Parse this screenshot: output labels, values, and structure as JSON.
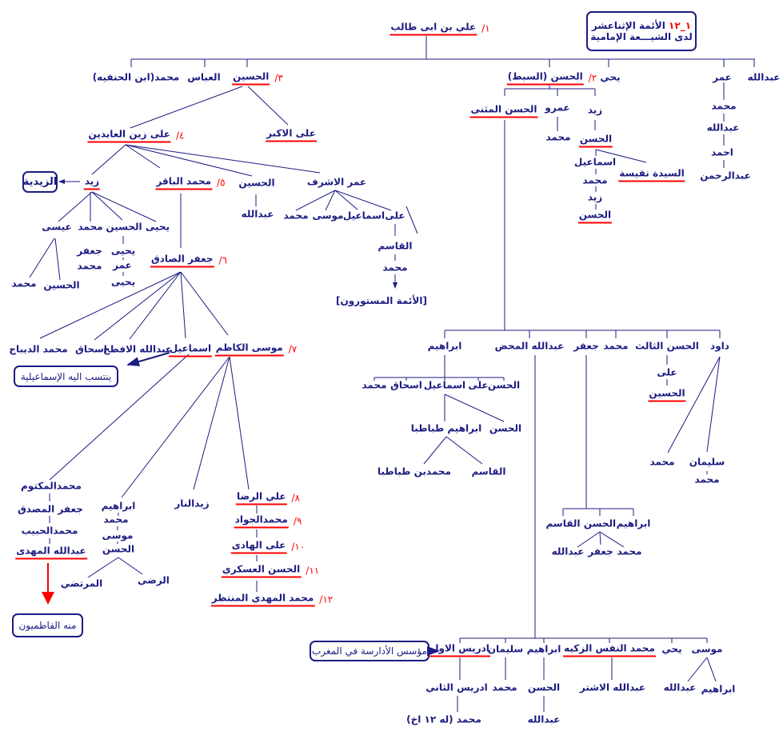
{
  "colors": {
    "text": "#1c1c82",
    "accent": "#ff0000"
  },
  "title_box": {
    "number": "١_١٢",
    "line1": "الأئمة الإثناعشر",
    "line2": "لدى الشيـــعة الإمامية"
  },
  "callouts": {
    "zaydiyya": "الزيدية",
    "ismailiyya": "ينتسب اليه الإسماعيلية",
    "fatimids": "منه الفاطميون",
    "mastorun": "[الأئمة المستورون]",
    "idrisids": "مؤسس الأدارسة في المغرب"
  },
  "nodes": {
    "ali": {
      "label": "علي بن ابى طالب",
      "number": "/١",
      "underlined": true
    },
    "abdallah_top": {
      "label": "عبدالله"
    },
    "umar_top": {
      "label": "عمر"
    },
    "yahya_top": {
      "label": "يحي"
    },
    "hasan": {
      "label": "الحسن (السبط)",
      "number": "/٢",
      "underlined": true
    },
    "husayn": {
      "label": "الحسين",
      "number": "/٣",
      "underlined": true
    },
    "abbas": {
      "label": "العباس"
    },
    "ibn_hanafiya": {
      "label": "محمد(ابن الحنفيه)"
    },
    "umar_muhammad": {
      "label": "محمد"
    },
    "umar_abdallah": {
      "label": "عبدالله"
    },
    "umar_ahmad": {
      "label": "احمد"
    },
    "umar_abdulrahman": {
      "label": "عبدالرحمن"
    },
    "hasan_muthanna": {
      "label": "الحسن المثنى",
      "underlined": true
    },
    "amr": {
      "label": "عمرو"
    },
    "amr_muhammad": {
      "label": "محمد"
    },
    "zayd_h": {
      "label": "زيد"
    },
    "zayd_hasan": {
      "label": "الحسن",
      "underlined": true
    },
    "zayd_ismail": {
      "label": "اسماعيل"
    },
    "zayd_muhammad": {
      "label": "محمد"
    },
    "zayd_zayd": {
      "label": "زيد"
    },
    "zayd_hasan2": {
      "label": "الحسن",
      "underlined": true
    },
    "nafisa": {
      "label": "السيدة نفيسة",
      "underlined": true
    },
    "zayn": {
      "label": "على زين العابدين",
      "number": "/٤",
      "underlined": true
    },
    "ali_akbar": {
      "label": "على الاكبر",
      "underlined": true
    },
    "zayd": {
      "label": "زيد",
      "underlined": true
    },
    "baqir": {
      "label": "محمد الباقر",
      "number": "/٥",
      "underlined": true
    },
    "zayn_husayn": {
      "label": "الحسين"
    },
    "umar_ashraf": {
      "label": "عمر الاشرف"
    },
    "zayd_isa": {
      "label": "عيسى"
    },
    "zayd_muhammad2": {
      "label": "محمد"
    },
    "zayd_husayn": {
      "label": "الحسين"
    },
    "zayd_yahya": {
      "label": "يحيى"
    },
    "zh_yahya": {
      "label": "يحيى"
    },
    "zh_umar": {
      "label": "عمر"
    },
    "zh_yahya2": {
      "label": "يحيى"
    },
    "zm_jafar": {
      "label": "جعفر"
    },
    "zm_muhammad": {
      "label": "محمد"
    },
    "isa_muhammad": {
      "label": "محمد"
    },
    "isa_husayn": {
      "label": "الحسين"
    },
    "husayn_abdallah": {
      "label": "عبدالله"
    },
    "ashraf_muhammad": {
      "label": "محمد"
    },
    "ashraf_musa": {
      "label": "موسى"
    },
    "ashraf_ismail": {
      "label": "اسماعيل"
    },
    "ashraf_ali": {
      "label": "على"
    },
    "ali_qasim": {
      "label": "القاسم"
    },
    "qasim_muhammad": {
      "label": "محمد"
    },
    "sadiq": {
      "label": "جعفر الصادق",
      "number": "/٦",
      "underlined": true
    },
    "dibaj": {
      "label": "محمد الديباج"
    },
    "ishaq": {
      "label": "اسحاق"
    },
    "aftah": {
      "label": "عبدالله الافطح"
    },
    "ismail": {
      "label": "اسماعيل",
      "underlined": true
    },
    "kazim": {
      "label": "موسى الكاظم",
      "number": "/٧",
      "underlined": true
    },
    "maktum": {
      "label": "محمدالمكتوم"
    },
    "musaddiq": {
      "label": "جعفر المصدق"
    },
    "habib": {
      "label": "محمدالحبيب"
    },
    "mahdi_fatimi": {
      "label": "عبدالله المهدى",
      "underlined": true
    },
    "k_ibrahim": {
      "label": "ابراهيم"
    },
    "k_muhammad": {
      "label": "محمد"
    },
    "k_musa": {
      "label": "موسى"
    },
    "k_hasan": {
      "label": "الحسن"
    },
    "murtada": {
      "label": "المرتضي"
    },
    "radi": {
      "label": "الرضي"
    },
    "zayd_nar": {
      "label": "زيدالنار"
    },
    "rida": {
      "label": "علي الرضا",
      "number": "/٨",
      "underlined": true
    },
    "jawad": {
      "label": "محمدالجواد",
      "number": "/٩",
      "underlined": true
    },
    "hadi": {
      "label": "على الهادى",
      "number": "/١٠",
      "underlined": true
    },
    "askari": {
      "label": "الحسن العسكري",
      "number": "/١١",
      "underlined": true
    },
    "mahdi": {
      "label": "محمد المهدي المنتظر",
      "number": "/١٢",
      "underlined": true
    },
    "daud": {
      "label": "داود"
    },
    "hasan3": {
      "label": "الحسن الثالث"
    },
    "m_muhammad": {
      "label": "محمد"
    },
    "m_jafar": {
      "label": "جعفر"
    },
    "mahd": {
      "label": "عبدالله المحض"
    },
    "m_ibrahim": {
      "label": "ابراهيم"
    },
    "h3_ali": {
      "label": "على"
    },
    "h3_husayn": {
      "label": "الحسين",
      "underlined": true
    },
    "daud_muhammad": {
      "label": "محمد"
    },
    "daud_sulayman": {
      "label": "سليمان"
    },
    "sulayman_muhammad": {
      "label": "محمد"
    },
    "ib_hasan": {
      "label": "الحسن"
    },
    "ib_ali": {
      "label": "على"
    },
    "ib_ismail": {
      "label": "اسماعيل"
    },
    "ib_ishaq": {
      "label": "اسحاق"
    },
    "ib_muhammad": {
      "label": "محمد"
    },
    "tabataba": {
      "label": "ابراهيم طباطبا"
    },
    "is_hasan": {
      "label": "الحسن"
    },
    "tabataba_muhammad": {
      "label": "محمدبن طباطبا"
    },
    "tabataba_qasim": {
      "label": "القاسم"
    },
    "j_ibrahim": {
      "label": "ابراهيم"
    },
    "j_hasan": {
      "label": "الحسن"
    },
    "j_qasim": {
      "label": "القاسم"
    },
    "jh_muhammad": {
      "label": "محمد"
    },
    "jh_jafar": {
      "label": "جعفر"
    },
    "jh_abdallah": {
      "label": "عبدالله"
    },
    "md_musa": {
      "label": "موسى"
    },
    "md_yahya": {
      "label": "يحي"
    },
    "nafs": {
      "label": "محمد النفس الزكيه",
      "underlined": true
    },
    "md_ibrahim": {
      "label": "ابراهيم"
    },
    "md_sulayman": {
      "label": "سليمان"
    },
    "idris": {
      "label": "ادريس الاول",
      "underlined": true
    },
    "musa_ibrahim": {
      "label": "ابراهيم"
    },
    "musa_abdallah": {
      "label": "عبدالله"
    },
    "ashtar": {
      "label": "عبدالله الاشتر"
    },
    "ibr_hasan": {
      "label": "الحسن"
    },
    "sul_muhammad": {
      "label": "محمد"
    },
    "idris2": {
      "label": "ادريس الثاني"
    },
    "ibr_abdallah": {
      "label": "عبدالله"
    },
    "idris_muhammad": {
      "label": "محمد (له ١٢ اخ)"
    }
  }
}
